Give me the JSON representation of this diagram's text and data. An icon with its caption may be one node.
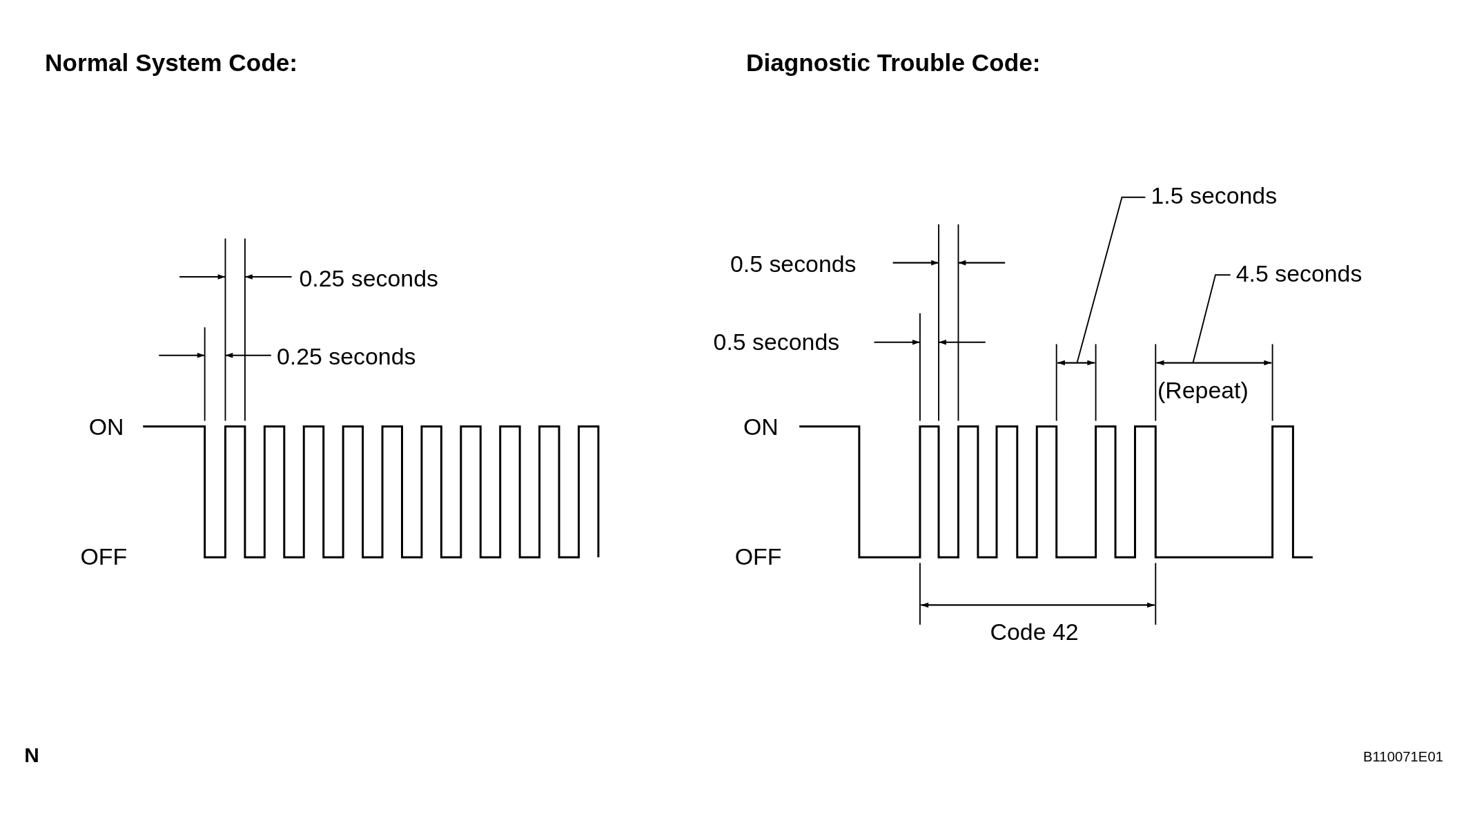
{
  "diagram": {
    "nodes": [
      {
        "text": [
          "1.5 seconds"
        ]
      },
      {
        "text": [
          "4.5 seconds"
        ]
      }
    ],
    "edges": [
      {
        "from": 0,
        "to": null,
        "arrow": "none"
      },
      {
        "from": 1,
        "to": null,
        "arrow": "none"
      }
    ],
    "labels": [
      "Normal System Code:",
      "Diagnostic Trouble Code:",
      "0.25 seconds",
      "0.25 seconds",
      "ON",
      "OFF",
      "0.5 seconds",
      "0.5 seconds",
      "(Repeat)",
      "ON",
      "OFF",
      "Code 42",
      "N",
      "B110071E01"
    ]
  }
}
